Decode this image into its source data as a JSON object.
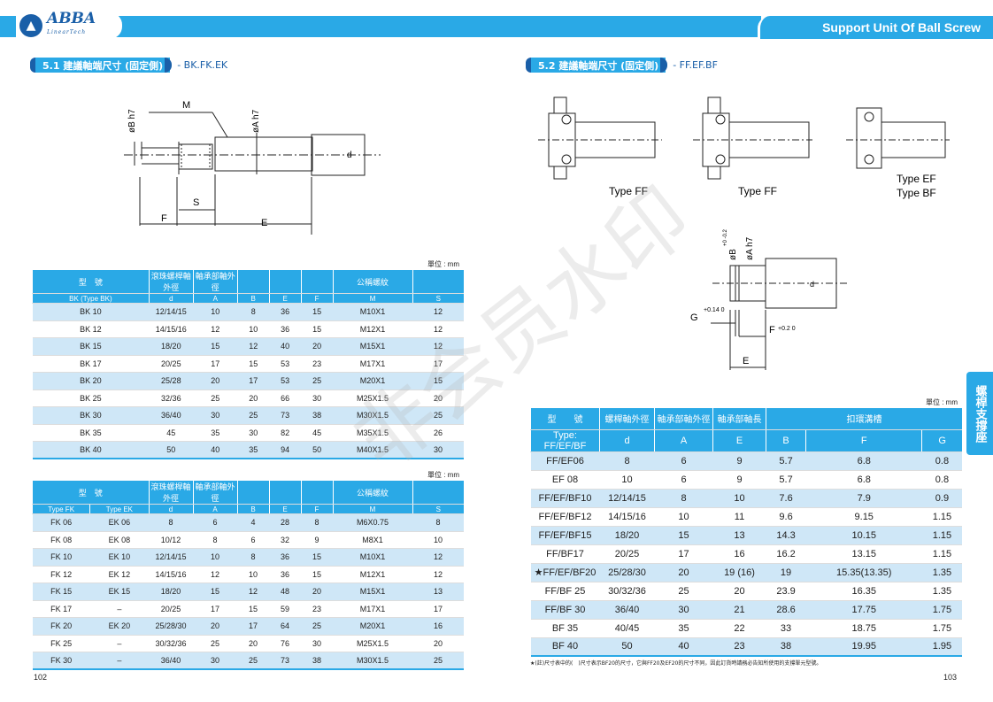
{
  "header": {
    "logo_text": "ABBA",
    "logo_sub": "LinearTech",
    "right_title": "Support Unit Of Ball Screw"
  },
  "section_left": {
    "title": "5.1 建議軸端尺寸 (固定側)",
    "subtitle": "- BK.FK.EK"
  },
  "section_right": {
    "title": "5.2 建議軸端尺寸 (固定側)",
    "subtitle": "- FF.EF.BF"
  },
  "diagram_left": {
    "label_m": "M",
    "label_b": "øB h7",
    "label_a": "øA h7",
    "label_d": "d",
    "label_s": "S",
    "label_f": "F",
    "label_e": "E"
  },
  "diagram_right": {
    "type1": "Type FF",
    "type2": "Type FF",
    "type3a": "Type EF",
    "type3b": "Type BF",
    "label_b": "øB",
    "tol_b": "+0 -0.2",
    "label_a": "øA h7",
    "label_d": "d",
    "label_g": "G",
    "tol_g": "+0.14 0",
    "label_f": "F",
    "tol_f": "+0.2 0",
    "label_e": "E"
  },
  "unit": "單位 : mm",
  "table_bk": {
    "header1": [
      "型　號",
      "滾珠螺桿軸外徑",
      "軸承部軸外徑",
      "",
      "",
      "",
      "公稱螺紋"
    ],
    "header2": [
      "BK (Type BK)",
      "d",
      "A",
      "B",
      "E",
      "F",
      "M",
      "S"
    ],
    "rows": [
      [
        "BK 10",
        "12/14/15",
        "10",
        "8",
        "36",
        "15",
        "M10X1",
        "12"
      ],
      [
        "BK 12",
        "14/15/16",
        "12",
        "10",
        "36",
        "15",
        "M12X1",
        "12"
      ],
      [
        "BK 15",
        "18/20",
        "15",
        "12",
        "40",
        "20",
        "M15X1",
        "12"
      ],
      [
        "BK 17",
        "20/25",
        "17",
        "15",
        "53",
        "23",
        "M17X1",
        "17"
      ],
      [
        "BK 20",
        "25/28",
        "20",
        "17",
        "53",
        "25",
        "M20X1",
        "15"
      ],
      [
        "BK 25",
        "32/36",
        "25",
        "20",
        "66",
        "30",
        "M25X1.5",
        "20"
      ],
      [
        "BK 30",
        "36/40",
        "30",
        "25",
        "73",
        "38",
        "M30X1.5",
        "25"
      ],
      [
        "BK 35",
        "45",
        "35",
        "30",
        "82",
        "45",
        "M35X1.5",
        "26"
      ],
      [
        "BK 40",
        "50",
        "40",
        "35",
        "94",
        "50",
        "M40X1.5",
        "30"
      ]
    ]
  },
  "table_fk": {
    "header1": [
      "型　號",
      "滾珠螺桿軸外徑",
      "軸承部軸外徑",
      "",
      "",
      "",
      "公稱螺紋"
    ],
    "header2": [
      "Type FK",
      "Type EK",
      "d",
      "A",
      "B",
      "E",
      "F",
      "M",
      "S"
    ],
    "rows": [
      [
        "FK 06",
        "EK 06",
        "8",
        "6",
        "4",
        "28",
        "8",
        "M6X0.75",
        "8"
      ],
      [
        "FK 08",
        "EK 08",
        "10/12",
        "8",
        "6",
        "32",
        "9",
        "M8X1",
        "10"
      ],
      [
        "FK 10",
        "EK 10",
        "12/14/15",
        "10",
        "8",
        "36",
        "15",
        "M10X1",
        "12"
      ],
      [
        "FK 12",
        "EK 12",
        "14/15/16",
        "12",
        "10",
        "36",
        "15",
        "M12X1",
        "12"
      ],
      [
        "FK 15",
        "EK 15",
        "18/20",
        "15",
        "12",
        "48",
        "20",
        "M15X1",
        "13"
      ],
      [
        "FK 17",
        "–",
        "20/25",
        "17",
        "15",
        "59",
        "23",
        "M17X1",
        "17"
      ],
      [
        "FK 20",
        "EK 20",
        "25/28/30",
        "20",
        "17",
        "64",
        "25",
        "M20X1",
        "16"
      ],
      [
        "FK 25",
        "–",
        "30/32/36",
        "25",
        "20",
        "76",
        "30",
        "M25X1.5",
        "20"
      ],
      [
        "FK 30",
        "–",
        "36/40",
        "30",
        "25",
        "73",
        "38",
        "M30X1.5",
        "25"
      ]
    ]
  },
  "table_ff": {
    "header1": [
      "型　　號",
      "螺桿軸外徑",
      "軸承部軸外徑",
      "軸承部軸長",
      "扣環溝槽"
    ],
    "header2": [
      "Type: FF/EF/BF",
      "d",
      "A",
      "E",
      "B",
      "F",
      "G"
    ],
    "rows": [
      [
        "FF/EF06",
        "8",
        "6",
        "9",
        "5.7",
        "6.8",
        "0.8"
      ],
      [
        "EF 08",
        "10",
        "6",
        "9",
        "5.7",
        "6.8",
        "0.8"
      ],
      [
        "FF/EF/BF10",
        "12/14/15",
        "8",
        "10",
        "7.6",
        "7.9",
        "0.9"
      ],
      [
        "FF/EF/BF12",
        "14/15/16",
        "10",
        "11",
        "9.6",
        "9.15",
        "1.15"
      ],
      [
        "FF/EF/BF15",
        "18/20",
        "15",
        "13",
        "14.3",
        "10.15",
        "1.15"
      ],
      [
        "FF/BF17",
        "20/25",
        "17",
        "16",
        "16.2",
        "13.15",
        "1.15"
      ],
      [
        "★FF/EF/BF20",
        "25/28/30",
        "20",
        "19 (16)",
        "19",
        "15.35(13.35)",
        "1.35"
      ],
      [
        "FF/BF 25",
        "30/32/36",
        "25",
        "20",
        "23.9",
        "16.35",
        "1.35"
      ],
      [
        "FF/BF 30",
        "36/40",
        "30",
        "21",
        "28.6",
        "17.75",
        "1.75"
      ],
      [
        "BF 35",
        "40/45",
        "35",
        "22",
        "33",
        "18.75",
        "1.75"
      ],
      [
        "BF 40",
        "50",
        "40",
        "23",
        "38",
        "19.95",
        "1.95"
      ]
    ]
  },
  "side_tab": "螺桿支撐座",
  "footnote": "★(註)尺寸表中的(　)尺寸表示BF20的尺寸，它與FF20及EF20的尺寸不同，因此訂貨時請務必告知所使用的支撐單元型號。",
  "page_left": "102",
  "page_right": "103",
  "watermark": "非会员水印"
}
